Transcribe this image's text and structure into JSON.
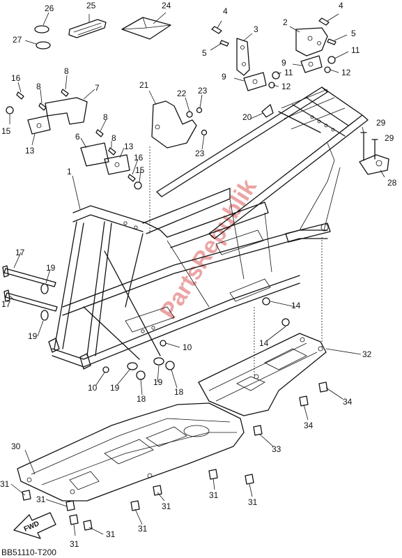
{
  "figure_code": "BB51110-T200",
  "fwd_label": "FWD",
  "watermark": "PartsRepublik",
  "callouts": [
    {
      "id": "c26",
      "label": "26"
    },
    {
      "id": "c25",
      "label": "25"
    },
    {
      "id": "c24",
      "label": "24"
    },
    {
      "id": "c27",
      "label": "27"
    },
    {
      "id": "c4a",
      "label": "4"
    },
    {
      "id": "c3",
      "label": "3"
    },
    {
      "id": "c5a",
      "label": "5"
    },
    {
      "id": "c4b",
      "label": "4"
    },
    {
      "id": "c2",
      "label": "2"
    },
    {
      "id": "c5b",
      "label": "5"
    },
    {
      "id": "c11a",
      "label": "11"
    },
    {
      "id": "c9a",
      "label": "9"
    },
    {
      "id": "c12a",
      "label": "12"
    },
    {
      "id": "c9b",
      "label": "9"
    },
    {
      "id": "c11b",
      "label": "11"
    },
    {
      "id": "c12b",
      "label": "12"
    },
    {
      "id": "c16a",
      "label": "16"
    },
    {
      "id": "c8a",
      "label": "8"
    },
    {
      "id": "c8b",
      "label": "8"
    },
    {
      "id": "c7",
      "label": "7"
    },
    {
      "id": "c15a",
      "label": "15"
    },
    {
      "id": "c13a",
      "label": "13"
    },
    {
      "id": "c21",
      "label": "21"
    },
    {
      "id": "c22",
      "label": "22"
    },
    {
      "id": "c23a",
      "label": "23"
    },
    {
      "id": "c20",
      "label": "20"
    },
    {
      "id": "c8c",
      "label": "8"
    },
    {
      "id": "c6",
      "label": "6"
    },
    {
      "id": "c8d",
      "label": "8"
    },
    {
      "id": "c13b",
      "label": "13"
    },
    {
      "id": "c16b",
      "label": "16"
    },
    {
      "id": "c15b",
      "label": "15"
    },
    {
      "id": "c23b",
      "label": "23"
    },
    {
      "id": "c29a",
      "label": "29"
    },
    {
      "id": "c29b",
      "label": "29"
    },
    {
      "id": "c28",
      "label": "28"
    },
    {
      "id": "c1",
      "label": "1"
    },
    {
      "id": "c17a",
      "label": "17"
    },
    {
      "id": "c19a",
      "label": "19"
    },
    {
      "id": "c17b",
      "label": "17"
    },
    {
      "id": "c19b",
      "label": "19"
    },
    {
      "id": "c14a",
      "label": "14"
    },
    {
      "id": "c14b",
      "label": "14"
    },
    {
      "id": "c10a",
      "label": "10"
    },
    {
      "id": "c10b",
      "label": "10"
    },
    {
      "id": "c19c",
      "label": "19"
    },
    {
      "id": "c19d",
      "label": "19"
    },
    {
      "id": "c18a",
      "label": "18"
    },
    {
      "id": "c18b",
      "label": "18"
    },
    {
      "id": "c32",
      "label": "32"
    },
    {
      "id": "c34a",
      "label": "34"
    },
    {
      "id": "c34b",
      "label": "34"
    },
    {
      "id": "c33",
      "label": "33"
    },
    {
      "id": "c30",
      "label": "30"
    },
    {
      "id": "c31a",
      "label": "31"
    },
    {
      "id": "c31b",
      "label": "31"
    },
    {
      "id": "c31c",
      "label": "31"
    },
    {
      "id": "c31d",
      "label": "31"
    },
    {
      "id": "c31e",
      "label": "31"
    },
    {
      "id": "c31f",
      "label": "31"
    },
    {
      "id": "c31g",
      "label": "31"
    },
    {
      "id": "c31h",
      "label": "31"
    }
  ]
}
